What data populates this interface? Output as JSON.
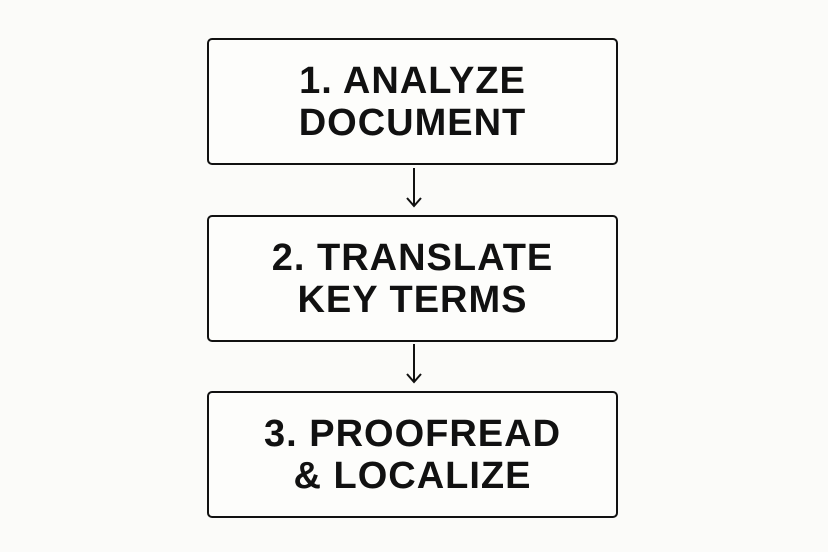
{
  "diagram": {
    "type": "vertical-flowchart",
    "steps": [
      {
        "lines": [
          "1. ANALYZE",
          "DOCUMENT"
        ]
      },
      {
        "lines": [
          "2. TRANSLATE",
          "KEY TERMS"
        ]
      },
      {
        "lines": [
          "3. PROOFREAD",
          "& LOCALIZE"
        ]
      }
    ],
    "connectors": [
      {
        "from": 0,
        "to": 1,
        "style": "arrow-down"
      },
      {
        "from": 1,
        "to": 2,
        "style": "arrow-down"
      }
    ],
    "colors": {
      "stroke": "#111111",
      "background": "#fbfbf9",
      "text": "#111111"
    }
  }
}
